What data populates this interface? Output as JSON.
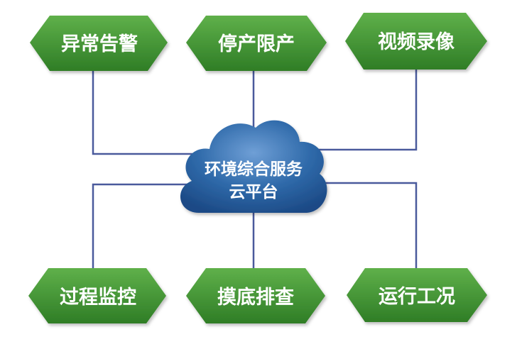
{
  "center": {
    "line1": "环境综合服务",
    "line2": "云平台"
  },
  "nodes": {
    "top_left": "异常告警",
    "top_center": "停产限产",
    "top_right": "视频录像",
    "bottom_left": "过程监控",
    "bottom_center": "摸底排查",
    "bottom_right": "运行工况"
  },
  "colors": {
    "node_fill": "#3a8e2d",
    "cloud_fill": "#2b6aa8",
    "connector": "#4a5a9c"
  }
}
